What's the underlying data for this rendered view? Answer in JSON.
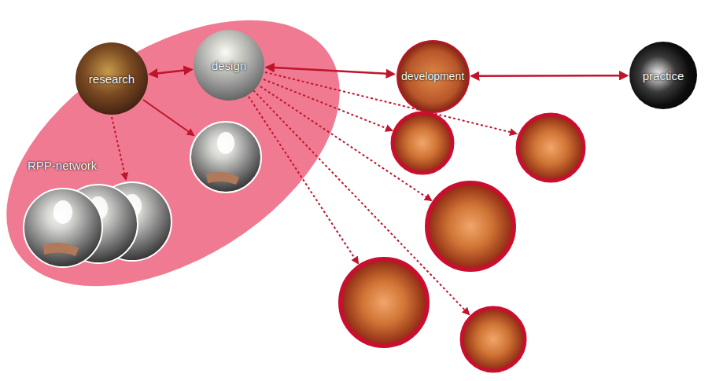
{
  "diagram": {
    "nodes": [
      {
        "text": [
          "research"
        ]
      },
      {
        "text": [
          "RPP-network"
        ]
      },
      {
        "text": [
          "design"
        ],
        "in": 1
      },
      {
        "text": [
          "development"
        ]
      },
      {
        "text": [
          "practice"
        ]
      }
    ],
    "edges": [
      {
        "from": 0,
        "to": 2,
        "arrow": "both"
      },
      {
        "from": 2,
        "to": 3,
        "arrow": "both"
      },
      {
        "from": 3,
        "to": 4,
        "arrow": "both"
      }
    ]
  }
}
